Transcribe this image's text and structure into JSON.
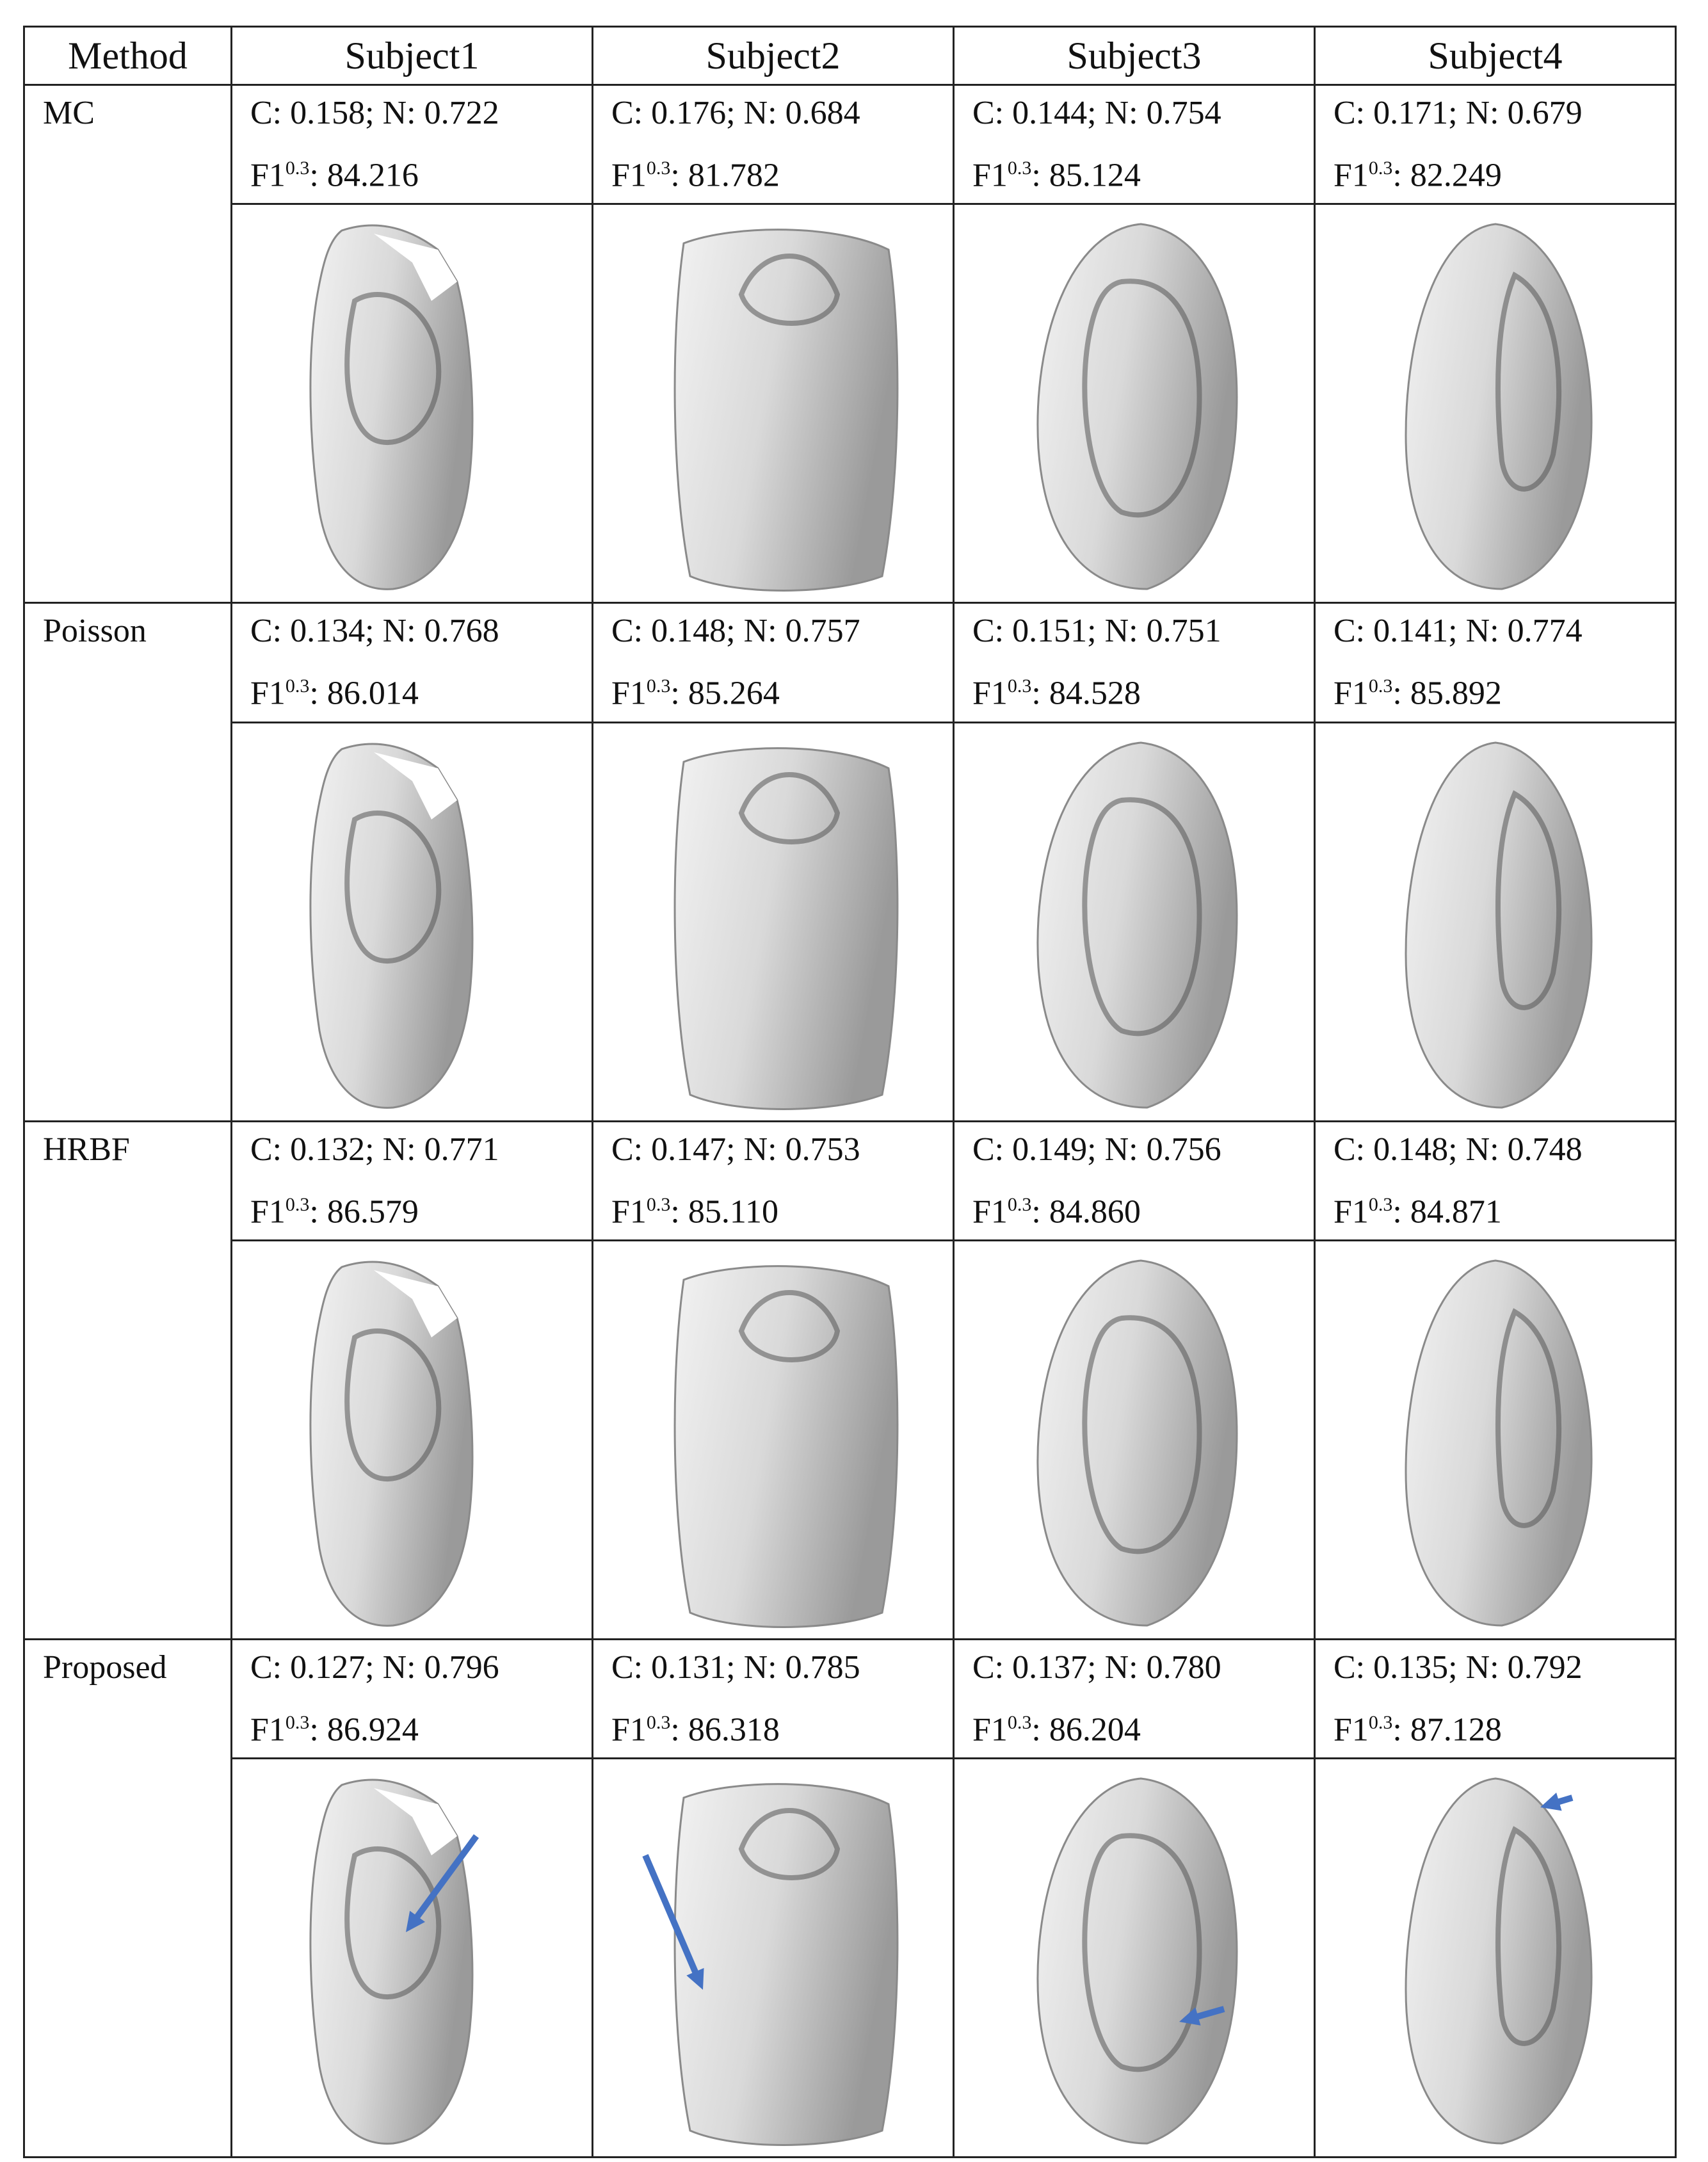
{
  "header": {
    "method": "Method",
    "subjects": [
      "Subject1",
      "Subject2",
      "Subject3",
      "Subject4"
    ]
  },
  "labels": {
    "c_prefix": "C: ",
    "n_sep": "; N: ",
    "f1_base": "F1",
    "f1_sup": "0.3",
    "f1_sep": ": "
  },
  "rows": [
    {
      "method": "MC",
      "cells": [
        {
          "c": "0.158",
          "n": "0.722",
          "f1": "84.216"
        },
        {
          "c": "0.176",
          "n": "0.684",
          "f1": "81.782"
        },
        {
          "c": "0.144",
          "n": "0.754",
          "f1": "85.124"
        },
        {
          "c": "0.171",
          "n": "0.679",
          "f1": "82.249"
        }
      ]
    },
    {
      "method": "Poisson",
      "cells": [
        {
          "c": "0.134",
          "n": "0.768",
          "f1": "86.014"
        },
        {
          "c": "0.148",
          "n": "0.757",
          "f1": "85.264"
        },
        {
          "c": "0.151",
          "n": "0.751",
          "f1": "84.528"
        },
        {
          "c": "0.141",
          "n": "0.774",
          "f1": "85.892"
        }
      ]
    },
    {
      "method": "HRBF",
      "cells": [
        {
          "c": "0.132",
          "n": "0.771",
          "f1": "86.579"
        },
        {
          "c": "0.147",
          "n": "0.753",
          "f1": "85.110"
        },
        {
          "c": "0.149",
          "n": "0.756",
          "f1": "84.860"
        },
        {
          "c": "0.148",
          "n": "0.748",
          "f1": "84.871"
        }
      ]
    },
    {
      "method": "Proposed",
      "cells": [
        {
          "c": "0.127",
          "n": "0.796",
          "f1": "86.924"
        },
        {
          "c": "0.131",
          "n": "0.785",
          "f1": "86.318"
        },
        {
          "c": "0.137",
          "n": "0.780",
          "f1": "86.204"
        },
        {
          "c": "0.135",
          "n": "0.792",
          "f1": "87.128"
        }
      ]
    }
  ],
  "colors": {
    "arrow": "#4472c4",
    "border": "#222222",
    "mesh_light": "#d9d9d9",
    "mesh_dark": "#555555"
  }
}
